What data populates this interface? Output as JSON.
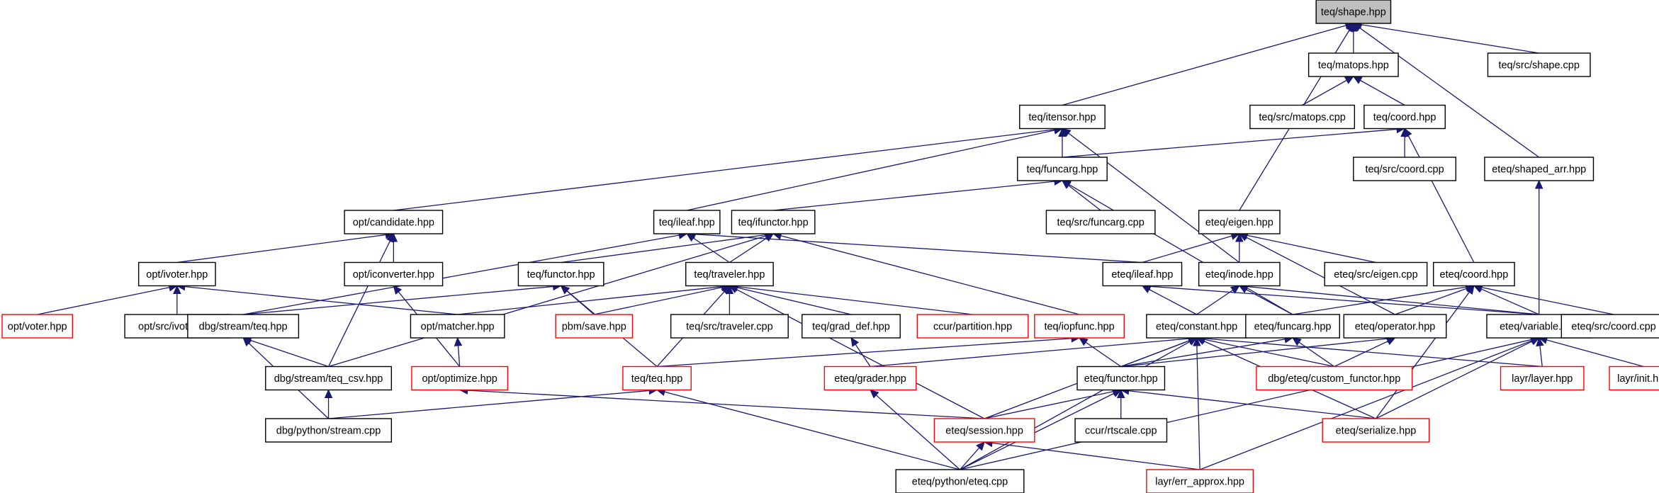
{
  "graph": {
    "colors": {
      "edge": "#191970",
      "node_fill": "#ffffff",
      "root_fill": "#bfbfbf",
      "node_border": "#000000",
      "truncated_border": "#ff0000"
    },
    "nodes": [
      {
        "id": "shape",
        "label": "teq/shape.hpp",
        "style": "root"
      },
      {
        "id": "matops",
        "label": "teq/matops.hpp",
        "style": "normal"
      },
      {
        "id": "src_shape",
        "label": "teq/src/shape.cpp",
        "style": "normal"
      },
      {
        "id": "itensor",
        "label": "teq/itensor.hpp",
        "style": "normal"
      },
      {
        "id": "src_matops",
        "label": "teq/src/matops.cpp",
        "style": "normal"
      },
      {
        "id": "coord",
        "label": "teq/coord.hpp",
        "style": "normal"
      },
      {
        "id": "funcarg",
        "label": "teq/funcarg.hpp",
        "style": "normal"
      },
      {
        "id": "src_coord",
        "label": "teq/src/coord.cpp",
        "style": "normal"
      },
      {
        "id": "shaped_arr",
        "label": "eteq/shaped_arr.hpp",
        "style": "normal"
      },
      {
        "id": "candidate",
        "label": "opt/candidate.hpp",
        "style": "normal"
      },
      {
        "id": "ileaf",
        "label": "teq/ileaf.hpp",
        "style": "normal"
      },
      {
        "id": "ifunctor",
        "label": "teq/ifunctor.hpp",
        "style": "normal"
      },
      {
        "id": "src_funcarg",
        "label": "teq/src/funcarg.cpp",
        "style": "normal"
      },
      {
        "id": "eigen",
        "label": "eteq/eigen.hpp",
        "style": "normal"
      },
      {
        "id": "ivoter",
        "label": "opt/ivoter.hpp",
        "style": "normal"
      },
      {
        "id": "iconverter",
        "label": "opt/iconverter.hpp",
        "style": "normal"
      },
      {
        "id": "functor",
        "label": "teq/functor.hpp",
        "style": "normal"
      },
      {
        "id": "traveler",
        "label": "teq/traveler.hpp",
        "style": "normal"
      },
      {
        "id": "eteq_ileaf",
        "label": "eteq/ileaf.hpp",
        "style": "normal"
      },
      {
        "id": "inode",
        "label": "eteq/inode.hpp",
        "style": "normal"
      },
      {
        "id": "src_eigen",
        "label": "eteq/src/eigen.cpp",
        "style": "normal"
      },
      {
        "id": "eteq_coord",
        "label": "eteq/coord.hpp",
        "style": "normal"
      },
      {
        "id": "voter",
        "label": "opt/voter.hpp",
        "style": "truncated"
      },
      {
        "id": "src_ivoter",
        "label": "opt/src/ivoter.cpp",
        "style": "normal"
      },
      {
        "id": "stream_teq",
        "label": "dbg/stream/teq.hpp",
        "style": "normal"
      },
      {
        "id": "matcher",
        "label": "opt/matcher.hpp",
        "style": "normal"
      },
      {
        "id": "pbm_save",
        "label": "pbm/save.hpp",
        "style": "truncated"
      },
      {
        "id": "src_traveler",
        "label": "teq/src/traveler.cpp",
        "style": "normal"
      },
      {
        "id": "grad_def",
        "label": "teq/grad_def.hpp",
        "style": "normal"
      },
      {
        "id": "partition",
        "label": "ccur/partition.hpp",
        "style": "truncated"
      },
      {
        "id": "iopfunc",
        "label": "teq/iopfunc.hpp",
        "style": "truncated"
      },
      {
        "id": "constant",
        "label": "eteq/constant.hpp",
        "style": "normal"
      },
      {
        "id": "eteq_funcarg",
        "label": "eteq/funcarg.hpp",
        "style": "normal"
      },
      {
        "id": "operator",
        "label": "eteq/operator.hpp",
        "style": "normal"
      },
      {
        "id": "variable",
        "label": "eteq/variable.hpp",
        "style": "normal"
      },
      {
        "id": "src_eteq_coord",
        "label": "eteq/src/coord.cpp",
        "style": "normal"
      },
      {
        "id": "teq_csv",
        "label": "dbg/stream/teq_csv.hpp",
        "style": "normal"
      },
      {
        "id": "optimize",
        "label": "opt/optimize.hpp",
        "style": "truncated"
      },
      {
        "id": "teq_teq",
        "label": "teq/teq.hpp",
        "style": "truncated"
      },
      {
        "id": "grader",
        "label": "eteq/grader.hpp",
        "style": "truncated"
      },
      {
        "id": "eteq_functor",
        "label": "eteq/functor.hpp",
        "style": "normal"
      },
      {
        "id": "custom_functor",
        "label": "dbg/eteq/custom_functor.hpp",
        "style": "truncated"
      },
      {
        "id": "layer",
        "label": "layr/layer.hpp",
        "style": "truncated"
      },
      {
        "id": "init",
        "label": "layr/init.hpp",
        "style": "truncated"
      },
      {
        "id": "stream_cpp",
        "label": "dbg/python/stream.cpp",
        "style": "normal"
      },
      {
        "id": "session",
        "label": "eteq/session.hpp",
        "style": "truncated"
      },
      {
        "id": "rtscale",
        "label": "ccur/rtscale.cpp",
        "style": "normal"
      },
      {
        "id": "serialize",
        "label": "eteq/serialize.hpp",
        "style": "truncated"
      },
      {
        "id": "python_eteq",
        "label": "eteq/python/eteq.cpp",
        "style": "normal"
      },
      {
        "id": "err_approx",
        "label": "layr/err_approx.hpp",
        "style": "truncated"
      }
    ],
    "edges": [
      {
        "from": "matops",
        "to": "shape"
      },
      {
        "from": "src_shape",
        "to": "shape"
      },
      {
        "from": "itensor",
        "to": "shape"
      },
      {
        "from": "eigen",
        "to": "shape"
      },
      {
        "from": "shaped_arr",
        "to": "shape"
      },
      {
        "from": "src_matops",
        "to": "matops"
      },
      {
        "from": "coord",
        "to": "matops"
      },
      {
        "from": "funcarg",
        "to": "coord"
      },
      {
        "from": "src_coord",
        "to": "coord"
      },
      {
        "from": "eteq_coord",
        "to": "coord"
      },
      {
        "from": "funcarg",
        "to": "itensor"
      },
      {
        "from": "candidate",
        "to": "itensor"
      },
      {
        "from": "ileaf",
        "to": "itensor"
      },
      {
        "from": "inode",
        "to": "itensor"
      },
      {
        "from": "src_funcarg",
        "to": "funcarg"
      },
      {
        "from": "ifunctor",
        "to": "funcarg"
      },
      {
        "from": "eteq_funcarg",
        "to": "funcarg"
      },
      {
        "from": "variable",
        "to": "shaped_arr"
      },
      {
        "from": "ivoter",
        "to": "candidate"
      },
      {
        "from": "iconverter",
        "to": "candidate"
      },
      {
        "from": "teq_csv",
        "to": "candidate"
      },
      {
        "from": "traveler",
        "to": "ileaf"
      },
      {
        "from": "eteq_ileaf",
        "to": "ileaf"
      },
      {
        "from": "stream_teq",
        "to": "ileaf"
      },
      {
        "from": "functor",
        "to": "ifunctor"
      },
      {
        "from": "traveler",
        "to": "ifunctor"
      },
      {
        "from": "iopfunc",
        "to": "ifunctor"
      },
      {
        "from": "teq_csv",
        "to": "ifunctor"
      },
      {
        "from": "eteq_ileaf",
        "to": "eigen"
      },
      {
        "from": "inode",
        "to": "eigen"
      },
      {
        "from": "src_eigen",
        "to": "eigen"
      },
      {
        "from": "operator",
        "to": "eigen"
      },
      {
        "from": "voter",
        "to": "ivoter"
      },
      {
        "from": "src_ivoter",
        "to": "ivoter"
      },
      {
        "from": "matcher",
        "to": "ivoter"
      },
      {
        "from": "optimize",
        "to": "iconverter"
      },
      {
        "from": "stream_teq",
        "to": "functor"
      },
      {
        "from": "pbm_save",
        "to": "functor"
      },
      {
        "from": "teq_teq",
        "to": "functor"
      },
      {
        "from": "matcher",
        "to": "traveler"
      },
      {
        "from": "pbm_save",
        "to": "traveler"
      },
      {
        "from": "src_traveler",
        "to": "traveler"
      },
      {
        "from": "grad_def",
        "to": "traveler"
      },
      {
        "from": "partition",
        "to": "traveler"
      },
      {
        "from": "teq_teq",
        "to": "traveler"
      },
      {
        "from": "session",
        "to": "traveler"
      },
      {
        "from": "constant",
        "to": "eteq_ileaf"
      },
      {
        "from": "variable",
        "to": "eteq_ileaf"
      },
      {
        "from": "constant",
        "to": "inode"
      },
      {
        "from": "eteq_funcarg",
        "to": "inode"
      },
      {
        "from": "variable",
        "to": "inode"
      },
      {
        "from": "eteq_funcarg",
        "to": "eteq_coord"
      },
      {
        "from": "operator",
        "to": "eteq_coord"
      },
      {
        "from": "variable",
        "to": "eteq_coord"
      },
      {
        "from": "src_eteq_coord",
        "to": "eteq_coord"
      },
      {
        "from": "serialize",
        "to": "eteq_coord"
      },
      {
        "from": "teq_csv",
        "to": "stream_teq"
      },
      {
        "from": "stream_cpp",
        "to": "stream_teq"
      },
      {
        "from": "optimize",
        "to": "matcher"
      },
      {
        "from": "grader",
        "to": "grad_def"
      },
      {
        "from": "teq_teq",
        "to": "iopfunc"
      },
      {
        "from": "eteq_functor",
        "to": "iopfunc"
      },
      {
        "from": "grader",
        "to": "constant"
      },
      {
        "from": "eteq_functor",
        "to": "constant"
      },
      {
        "from": "custom_functor",
        "to": "constant"
      },
      {
        "from": "layer",
        "to": "constant"
      },
      {
        "from": "session",
        "to": "constant"
      },
      {
        "from": "serialize",
        "to": "constant"
      },
      {
        "from": "python_eteq",
        "to": "constant"
      },
      {
        "from": "err_approx",
        "to": "constant"
      },
      {
        "from": "eteq_functor",
        "to": "eteq_funcarg"
      },
      {
        "from": "custom_functor",
        "to": "eteq_funcarg"
      },
      {
        "from": "eteq_functor",
        "to": "operator"
      },
      {
        "from": "custom_functor",
        "to": "operator"
      },
      {
        "from": "layer",
        "to": "variable"
      },
      {
        "from": "init",
        "to": "variable"
      },
      {
        "from": "serialize",
        "to": "variable"
      },
      {
        "from": "python_eteq",
        "to": "variable"
      },
      {
        "from": "err_approx",
        "to": "variable"
      },
      {
        "from": "stream_cpp",
        "to": "teq_csv"
      },
      {
        "from": "session",
        "to": "optimize"
      },
      {
        "from": "stream_cpp",
        "to": "teq_teq"
      },
      {
        "from": "python_eteq",
        "to": "teq_teq"
      },
      {
        "from": "python_eteq",
        "to": "grader"
      },
      {
        "from": "session",
        "to": "eteq_functor"
      },
      {
        "from": "rtscale",
        "to": "eteq_functor"
      },
      {
        "from": "serialize",
        "to": "eteq_functor"
      },
      {
        "from": "python_eteq",
        "to": "eteq_functor"
      },
      {
        "from": "python_eteq",
        "to": "session"
      },
      {
        "from": "err_approx",
        "to": "session"
      }
    ]
  }
}
